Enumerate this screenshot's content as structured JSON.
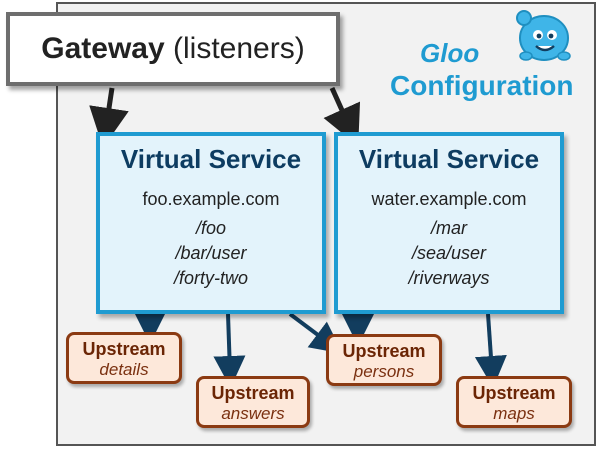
{
  "gateway": {
    "title": "Gateway",
    "subtitle": "(listeners)"
  },
  "branding": {
    "gloo": "Gloo",
    "configuration": "Configuration",
    "mascot": "gloo-mascot-icon"
  },
  "virtual_services": [
    {
      "title": "Virtual Service",
      "host": "foo.example.com",
      "routes": [
        "/foo",
        "/bar/user",
        "/forty-two"
      ]
    },
    {
      "title": "Virtual Service",
      "host": "water.example.com",
      "routes": [
        "/mar",
        "/sea/user",
        "/riverways"
      ]
    }
  ],
  "upstreams": [
    {
      "label": "Upstream",
      "name": "details"
    },
    {
      "label": "Upstream",
      "name": "answers"
    },
    {
      "label": "Upstream",
      "name": "persons"
    },
    {
      "label": "Upstream",
      "name": "maps"
    }
  ],
  "colors": {
    "virtual_service_border": "#1f9bd1",
    "virtual_service_fill": "#e3f3fb",
    "upstream_border": "#8b3a12",
    "upstream_fill": "#fde8da",
    "arrow": "#123d5e",
    "gateway_arrow": "#222222",
    "brand": "#1f9bd1"
  }
}
